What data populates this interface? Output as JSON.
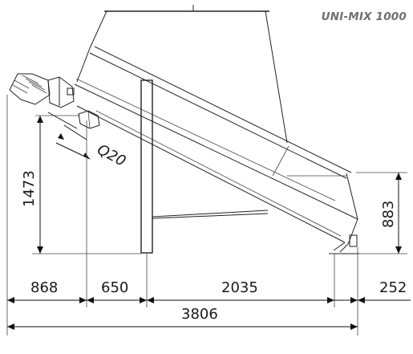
{
  "model_title": "UNI-MIX 1000",
  "dimensions": {
    "d868": "868",
    "d650": "650",
    "d2035": "2035",
    "d252": "252",
    "d3806": "3806",
    "d1473": "1473",
    "d883": "883",
    "q20": "Q20"
  }
}
